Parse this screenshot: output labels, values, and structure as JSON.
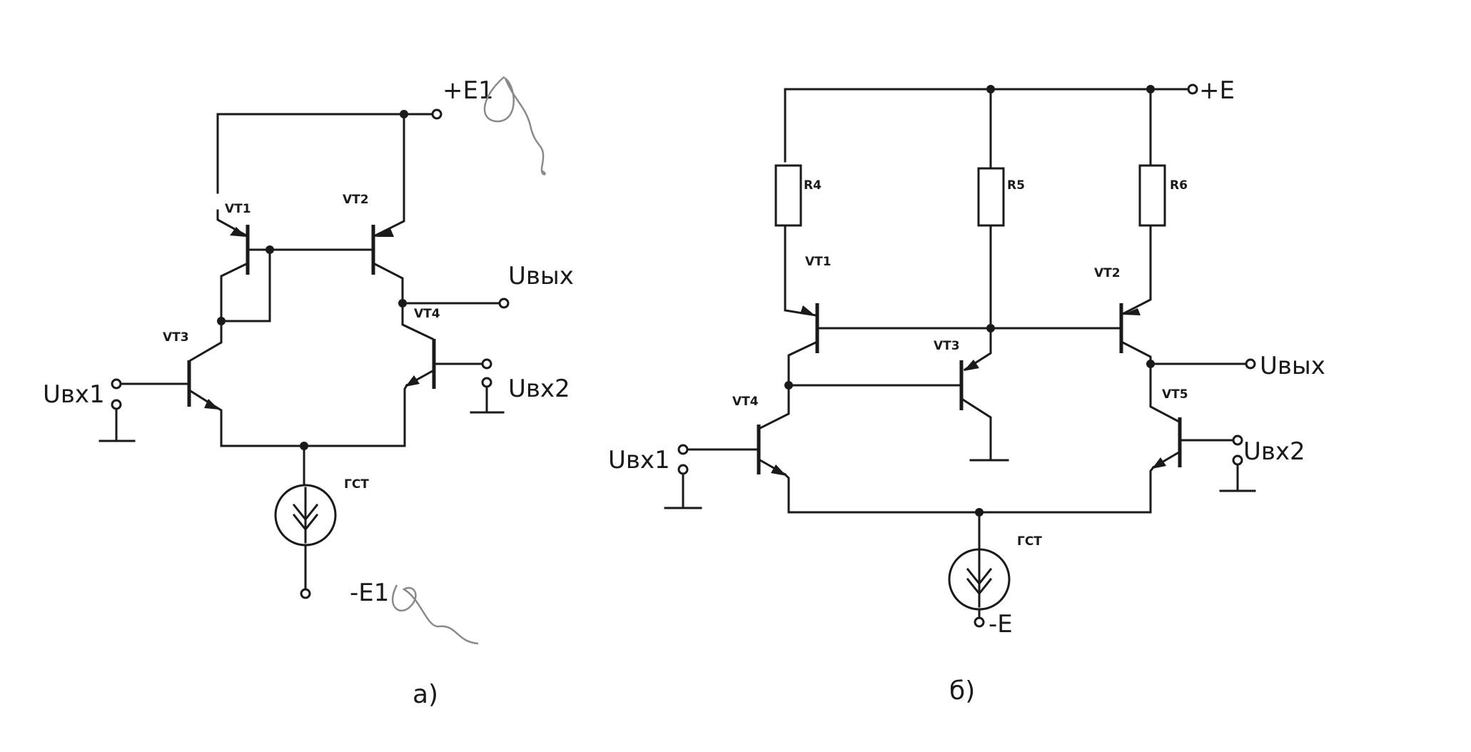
{
  "diagram_a": {
    "supply_pos": "+E1",
    "supply_neg": "-E1",
    "transistors": [
      "VT1",
      "VT2",
      "VT3",
      "VT4"
    ],
    "current_source": "ГСТ",
    "input1": "Uвх1",
    "input2": "Uвх2",
    "output": "Uвых",
    "caption": "а)"
  },
  "diagram_b": {
    "supply_pos": "+E",
    "supply_neg": "-E",
    "resistors": [
      "R4",
      "R5",
      "R6"
    ],
    "transistors": [
      "VT1",
      "VT2",
      "VT3",
      "VT4",
      "VT5"
    ],
    "current_source": "ГСТ",
    "input1": "Uвх1",
    "input2": "Uвх2",
    "output": "Uвых",
    "caption": "б)"
  },
  "colors": {
    "ink": "#1a1a1a",
    "background": "#ffffff",
    "pencil": "#8a8a8a"
  }
}
